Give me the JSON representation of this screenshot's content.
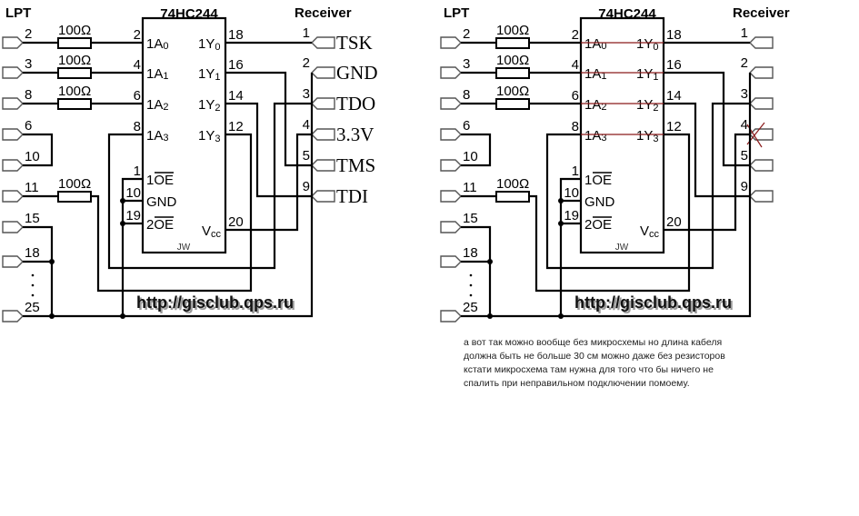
{
  "diagrams": [
    {
      "id": "left",
      "lpt_title": "LPT",
      "chip_title": "74HC244",
      "receiver_title": "Receiver",
      "chip_mark": "JW",
      "url": "http://gisclub.qps.ru",
      "resistor_label": "100Ω",
      "lpt_pins": [
        "2",
        "3",
        "8",
        "6",
        "10",
        "11",
        "15",
        "18",
        "25"
      ],
      "chip_left_pins": [
        {
          "num": "2",
          "name": "1A",
          "sub": "0"
        },
        {
          "num": "4",
          "name": "1A",
          "sub": "1"
        },
        {
          "num": "6",
          "name": "1A",
          "sub": "2"
        },
        {
          "num": "8",
          "name": "1A",
          "sub": "3"
        },
        {
          "num": "1",
          "name": "1OE",
          "overline": "OE"
        },
        {
          "num": "10",
          "name": "GND"
        },
        {
          "num": "19",
          "name": "2OE",
          "overline": "OE"
        }
      ],
      "chip_right_pins": [
        {
          "num": "18",
          "name": "1Y",
          "sub": "0"
        },
        {
          "num": "16",
          "name": "1Y",
          "sub": "1"
        },
        {
          "num": "14",
          "name": "1Y",
          "sub": "2"
        },
        {
          "num": "12",
          "name": "1Y",
          "sub": "3"
        },
        {
          "num": "20",
          "name": "V",
          "sub": "cc"
        }
      ],
      "receiver_pins": [
        {
          "num": "1",
          "signal": "TSK"
        },
        {
          "num": "2",
          "signal": "GND"
        },
        {
          "num": "3",
          "signal": "TDO"
        },
        {
          "num": "4",
          "signal": "3.3V"
        },
        {
          "num": "5",
          "signal": "TMS"
        },
        {
          "num": "9",
          "signal": "TDI"
        }
      ],
      "bypassed": false
    },
    {
      "id": "right",
      "lpt_title": "LPT",
      "chip_title": "74HC244",
      "receiver_title": "Receiver",
      "chip_mark": "JW",
      "url": "http://gisclub.qps.ru",
      "resistor_label": "100Ω",
      "lpt_pins": [
        "2",
        "3",
        "8",
        "6",
        "10",
        "11",
        "15",
        "18",
        "25"
      ],
      "chip_left_pins": [
        {
          "num": "2",
          "name": "1A",
          "sub": "0"
        },
        {
          "num": "4",
          "name": "1A",
          "sub": "1"
        },
        {
          "num": "6",
          "name": "1A",
          "sub": "2"
        },
        {
          "num": "8",
          "name": "1A",
          "sub": "3"
        },
        {
          "num": "1",
          "name": "1OE",
          "overline": "OE"
        },
        {
          "num": "10",
          "name": "GND"
        },
        {
          "num": "19",
          "name": "2OE",
          "overline": "OE"
        }
      ],
      "chip_right_pins": [
        {
          "num": "18",
          "name": "1Y",
          "sub": "0"
        },
        {
          "num": "16",
          "name": "1Y",
          "sub": "1"
        },
        {
          "num": "14",
          "name": "1Y",
          "sub": "2"
        },
        {
          "num": "12",
          "name": "1Y",
          "sub": "3"
        },
        {
          "num": "20",
          "name": "V",
          "sub": "cc"
        }
      ],
      "receiver_pins": [
        {
          "num": "1",
          "signal": ""
        },
        {
          "num": "2",
          "signal": ""
        },
        {
          "num": "3",
          "signal": ""
        },
        {
          "num": "4",
          "signal": "",
          "crossed_out": true
        },
        {
          "num": "5",
          "signal": ""
        },
        {
          "num": "9",
          "signal": ""
        }
      ],
      "bypassed": true,
      "bypass_color": "#8b1a1a"
    }
  ],
  "note": {
    "lines": [
      "а вот так можно вообще без микросхемы но длина кабеля",
      "должна быть не больше 30 см можно даже без резисторов",
      "кстати микросхема там нужна для того что бы ничего не",
      "спалить при неправильном подключении помоему."
    ]
  },
  "colors": {
    "wire": "#000000",
    "connector": "#555555",
    "strike": "#8b1a1a"
  }
}
